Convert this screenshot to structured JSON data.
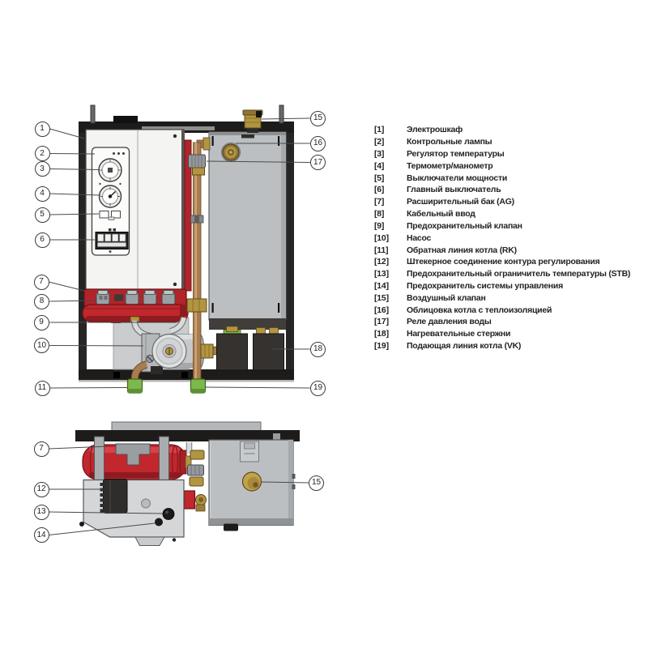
{
  "figure": {
    "callouts": {
      "front_left": [
        "1",
        "2",
        "3",
        "4",
        "5",
        "6",
        "7",
        "8",
        "9",
        "10",
        "11"
      ],
      "front_right": [
        "15",
        "16",
        "17",
        "18",
        "19"
      ],
      "top_left": [
        "7",
        "12",
        "13",
        "14"
      ],
      "top_right": [
        "15"
      ]
    }
  },
  "legend": {
    "items": [
      {
        "ref": "[1]",
        "label": "Электрошкаф"
      },
      {
        "ref": "[2]",
        "label": "Контрольные лампы"
      },
      {
        "ref": "[3]",
        "label": "Регулятор температуры"
      },
      {
        "ref": "[4]",
        "label": "Термометр/манометр"
      },
      {
        "ref": "[5]",
        "label": "Выключатели мощности"
      },
      {
        "ref": "[6]",
        "label": "Главный выключатель"
      },
      {
        "ref": "[7]",
        "label": "Расширительный бак (AG)"
      },
      {
        "ref": "[8]",
        "label": "Кабельный ввод"
      },
      {
        "ref": "[9]",
        "label": "Предохранительный клапан"
      },
      {
        "ref": "[10]",
        "label": "Насос"
      },
      {
        "ref": "[11]",
        "label": "Обратная линия котла (RK)"
      },
      {
        "ref": "[12]",
        "label": "Штекерное соединение контура регулирования"
      },
      {
        "ref": "[13]",
        "label": "Предохранительный ограничитель температуры (STB)"
      },
      {
        "ref": "[14]",
        "label": "Предохранитель системы управления"
      },
      {
        "ref": "[15]",
        "label": "Воздушный клапан"
      },
      {
        "ref": "[16]",
        "label": "Облицовка котла с теплоизоляцией"
      },
      {
        "ref": "[17]",
        "label": "Реле давления воды"
      },
      {
        "ref": "[18]",
        "label": "Нагревательные стержни"
      },
      {
        "ref": "[19]",
        "label": "Подающая линия котла (VK)"
      }
    ]
  },
  "colors": {
    "red": "#c1272d",
    "dark_red": "#8f1a1f",
    "green": "#7cb94b",
    "brass": "#b2953f",
    "copper": "#a87c4f",
    "casing_gray": "#bcbfc1",
    "frame_black": "#1d1c1b",
    "text": "#232323"
  }
}
